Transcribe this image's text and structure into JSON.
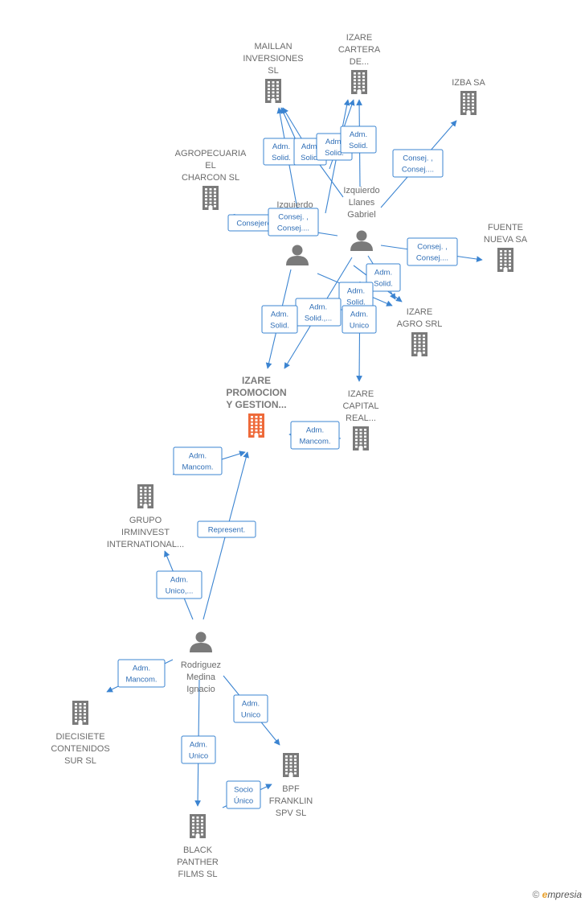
{
  "colors": {
    "edge": "#3b84d1",
    "company": "#7a7a7a",
    "focus_company": "#ee6a3a",
    "person": "#7a7a7a"
  },
  "companies": [
    {
      "id": "maillan",
      "lines": [
        "MAILLAN",
        "INVERSIONES",
        "SL"
      ]
    },
    {
      "id": "izare-cartera",
      "lines": [
        "IZARE",
        "CARTERA",
        "DE..."
      ]
    },
    {
      "id": "izba",
      "lines": [
        "IZBA SA"
      ]
    },
    {
      "id": "agropecuaria",
      "lines": [
        "AGROPECUARIA",
        "EL",
        "CHARCON SL"
      ]
    },
    {
      "id": "fuente-nueva",
      "lines": [
        "FUENTE",
        "NUEVA SA"
      ]
    },
    {
      "id": "izare-agro",
      "lines": [
        "IZARE",
        "AGRO SRL"
      ]
    },
    {
      "id": "izare-promocion",
      "lines": [
        "IZARE",
        "PROMOCION",
        "Y GESTION..."
      ],
      "focus": true
    },
    {
      "id": "izare-capital",
      "lines": [
        "IZARE",
        "CAPITAL",
        "REAL..."
      ]
    },
    {
      "id": "grupo-irminvest",
      "lines": [
        "GRUPO",
        "IRMINVEST",
        "INTERNATIONAL..."
      ]
    },
    {
      "id": "diecisiete",
      "lines": [
        "DIECISIETE",
        "CONTENIDOS",
        "SUR  SL"
      ]
    },
    {
      "id": "bpf-franklin",
      "lines": [
        "BPF",
        "FRANKLIN",
        "SPV  SL"
      ]
    },
    {
      "id": "black-panther",
      "lines": [
        "BLACK",
        "PANTHER",
        "FILMS SL"
      ]
    }
  ],
  "persons": [
    {
      "id": "izquierdo-a",
      "lines": [
        "Izquierdo"
      ]
    },
    {
      "id": "izquierdo-llanes",
      "lines": [
        "Izquierdo",
        "Llanes",
        "Gabriel"
      ]
    },
    {
      "id": "rodriguez",
      "lines": [
        "Rodriguez",
        "Medina",
        "Ignacio"
      ]
    }
  ],
  "relations": [
    {
      "id": "r1",
      "lines": [
        "Adm.",
        "Solid."
      ]
    },
    {
      "id": "r2",
      "lines": [
        "Adm.",
        "Solid."
      ]
    },
    {
      "id": "r3",
      "lines": [
        "Adm.",
        "Solid."
      ]
    },
    {
      "id": "r4",
      "lines": [
        "Adm.",
        "Solid."
      ]
    },
    {
      "id": "r5",
      "lines": [
        "Consej. ,",
        "Consej...."
      ]
    },
    {
      "id": "r6",
      "lines": [
        "Consejero"
      ]
    },
    {
      "id": "r7",
      "lines": [
        "Consej. ,",
        "Consej...."
      ]
    },
    {
      "id": "r8",
      "lines": [
        "Consej. ,",
        "Consej...."
      ]
    },
    {
      "id": "r9",
      "lines": [
        "Adm.",
        "Solid."
      ]
    },
    {
      "id": "r10",
      "lines": [
        "Adm.",
        "Solid."
      ]
    },
    {
      "id": "r11",
      "lines": [
        "Adm.",
        "Solid.,..."
      ]
    },
    {
      "id": "r12",
      "lines": [
        "Adm.",
        "Solid."
      ]
    },
    {
      "id": "r13",
      "lines": [
        "Adm.",
        "Unico"
      ]
    },
    {
      "id": "r14",
      "lines": [
        "Adm.",
        "Mancom."
      ]
    },
    {
      "id": "r15",
      "lines": [
        "Adm.",
        "Mancom."
      ]
    },
    {
      "id": "r16",
      "lines": [
        "Represent."
      ]
    },
    {
      "id": "r17",
      "lines": [
        "Adm.",
        "Unico,..."
      ]
    },
    {
      "id": "r18",
      "lines": [
        "Adm.",
        "Mancom."
      ]
    },
    {
      "id": "r19",
      "lines": [
        "Adm.",
        "Unico"
      ]
    },
    {
      "id": "r20",
      "lines": [
        "Adm.",
        "Unico"
      ]
    },
    {
      "id": "r21",
      "lines": [
        "Socio",
        "Único"
      ]
    }
  ],
  "watermark": {
    "symbol": "©",
    "brand_first": "e",
    "brand_rest": "mpresia"
  }
}
